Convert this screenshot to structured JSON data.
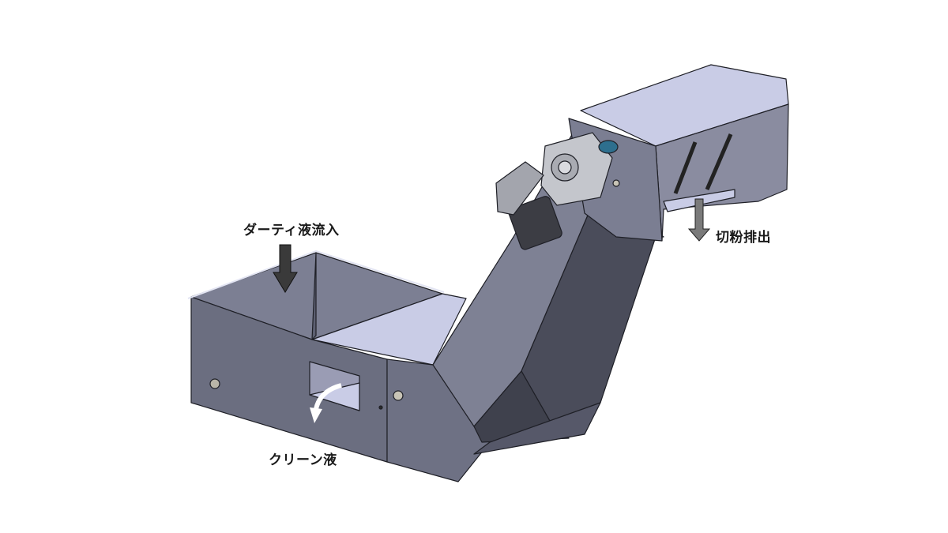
{
  "diagram": {
    "subject": "chip conveyor (machine coolant filtering conveyor), 3D CAD render",
    "labels": {
      "dirty_inlet": "ダーティ液流入",
      "chip_discharge": "切粉排出",
      "clean_outlet": "クリーン液"
    },
    "arrows": {
      "dirty_inlet": {
        "direction": "down",
        "color": "#3a3a3a"
      },
      "chip_discharge": {
        "direction": "down",
        "color": "#7a7a7a"
      },
      "clean_outlet": {
        "direction": "curved-down-left",
        "color": "#ffffff"
      }
    },
    "colors": {
      "background": "#ffffff",
      "body_side": "#6b6e80",
      "body_dark": "#4a4c5a",
      "body_light": "#8a8ca0",
      "top_panel": "#c9cce6",
      "highlight": "#d8daf0",
      "motor": "#3c3d44",
      "outline": "#1e1f26",
      "accent_blue": "#2e6f8e"
    }
  }
}
